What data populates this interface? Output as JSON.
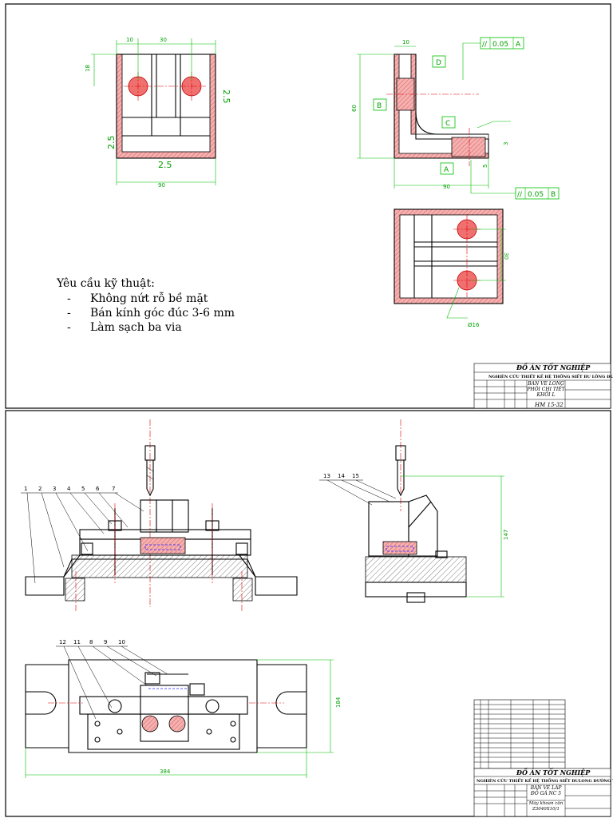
{
  "requirements": {
    "title": "Yêu cầu kỹ thuật:",
    "items": [
      "Không nứt rỗ bề mặt",
      "Bán kính góc đúc 3-6 mm",
      "Làm sạch ba via"
    ]
  },
  "part_title_block": {
    "header": "ĐỒ ÁN TỐT NGHIỆP",
    "subtitle": "NGHIÊN CỨU THIẾT KẾ HỆ THỐNG SIẾT BU LÔNG ĐƯỜNG TÀU",
    "drawing_name": "BẢN VẼ LỒNG PHÔI CHI TIẾT KHỐI L",
    "code": "HM 15-32"
  },
  "assembly_title_block": {
    "header": "ĐỒ ÁN TỐT NGHIỆP",
    "subtitle": "NGHIÊN CỨU THIẾT KẾ HỆ THỐNG SIẾT BULONG ĐƯỜNG TÀU",
    "drawing_name": "BẢN VẼ LẮP ĐỒ GÁ NC 5",
    "machine": "Máy khoan cần Z3040X10/1"
  },
  "datums": {
    "A": "A",
    "B": "B",
    "C": "C",
    "D": "D",
    "tol_top": "0.05",
    "tol_top_ref": "A",
    "tol_bottom": "0.05",
    "tol_bottom_ref": "B"
  },
  "dimensions": {
    "front_2_5_bottom": "2.5",
    "front_2_5_left": "2.5",
    "front_2_5_right": "2.5",
    "front_width": "90",
    "front_30": "30",
    "side_5": "5",
    "side_3": "3",
    "side_r30": "30",
    "assy_384": "384",
    "assy_184": "184"
  },
  "balloons": [
    "1",
    "2",
    "3",
    "4",
    "5",
    "6",
    "7",
    "13",
    "14",
    "15",
    "12",
    "11",
    "8",
    "9",
    "10"
  ]
}
